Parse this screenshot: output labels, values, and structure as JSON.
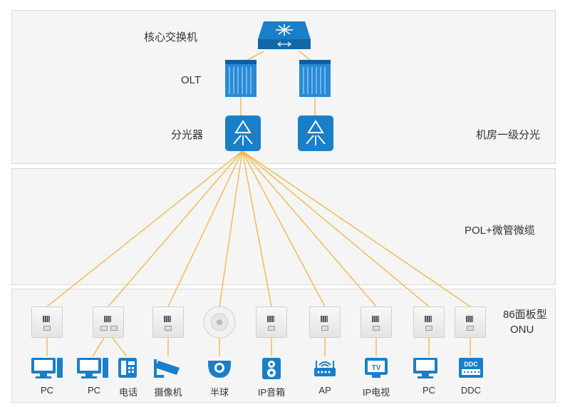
{
  "layers": {
    "core_label": "核心交换机",
    "olt_label": "OLT",
    "splitter_label": "分光器",
    "room_label": "机房一级分光",
    "cable_label": "POL+微管微缆",
    "onu_label_1": "86面板型",
    "onu_label_2": "ONU"
  },
  "devices": [
    {
      "label": "PC",
      "icon": "pc-icon"
    },
    {
      "label": "PC",
      "icon": "pc-icon"
    },
    {
      "label": "电话",
      "icon": "phone-icon"
    },
    {
      "label": "摄像机",
      "icon": "camera-icon"
    },
    {
      "label": "半球",
      "icon": "dome-camera-icon"
    },
    {
      "label": "IP音箱",
      "icon": "speaker-icon"
    },
    {
      "label": "AP",
      "icon": "ap-icon"
    },
    {
      "label": "IP电视",
      "icon": "tv-icon"
    },
    {
      "label": "PC",
      "icon": "pc-icon"
    },
    {
      "label": "DDC",
      "icon": "ddc-icon"
    }
  ],
  "icon_text": {
    "tv": "TV",
    "ddc": "DDC"
  },
  "colors": {
    "accent": "#1a7fc9",
    "line": "#f5b74a",
    "panel": "#f5f5f5",
    "border": "#d9d9d9"
  }
}
